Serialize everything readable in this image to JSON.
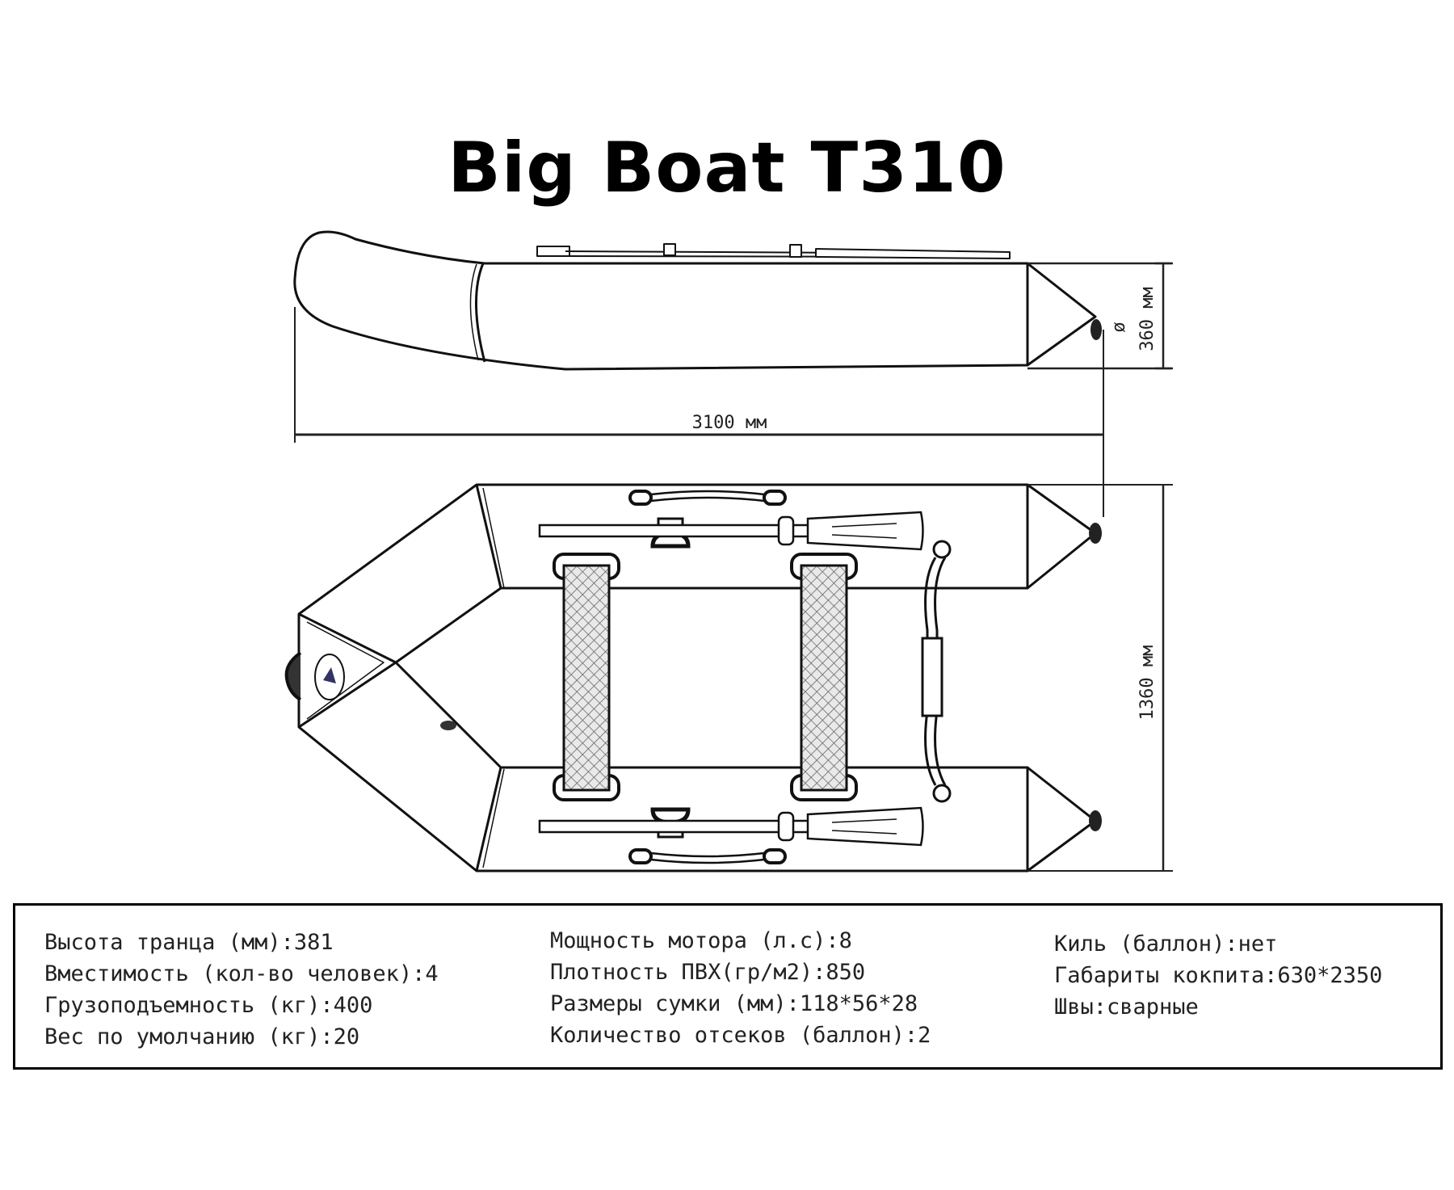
{
  "title": "Big Boat T310",
  "dimensions": {
    "length": "3100 мм",
    "width": "1360 мм",
    "tube_diameter_symbol": "ø",
    "tube_diameter": "360 мм"
  },
  "specs": {
    "col1": [
      "Высота транца (мм):381",
      "Вместимость (кол-во человек):4",
      "Грузоподъемность (кг):400",
      "Вес по умолчанию (кг):20"
    ],
    "col2": [
      "Мощность мотора (л.с):8",
      "Плотность ПВХ(гр/м2):850",
      "Размеры сумки (мм):118*56*28",
      "Количество отсеков (баллон):2"
    ],
    "col3": [
      "Киль (баллон):нет",
      "Габариты кокпита:630*2350",
      "Швы:сварные"
    ]
  }
}
